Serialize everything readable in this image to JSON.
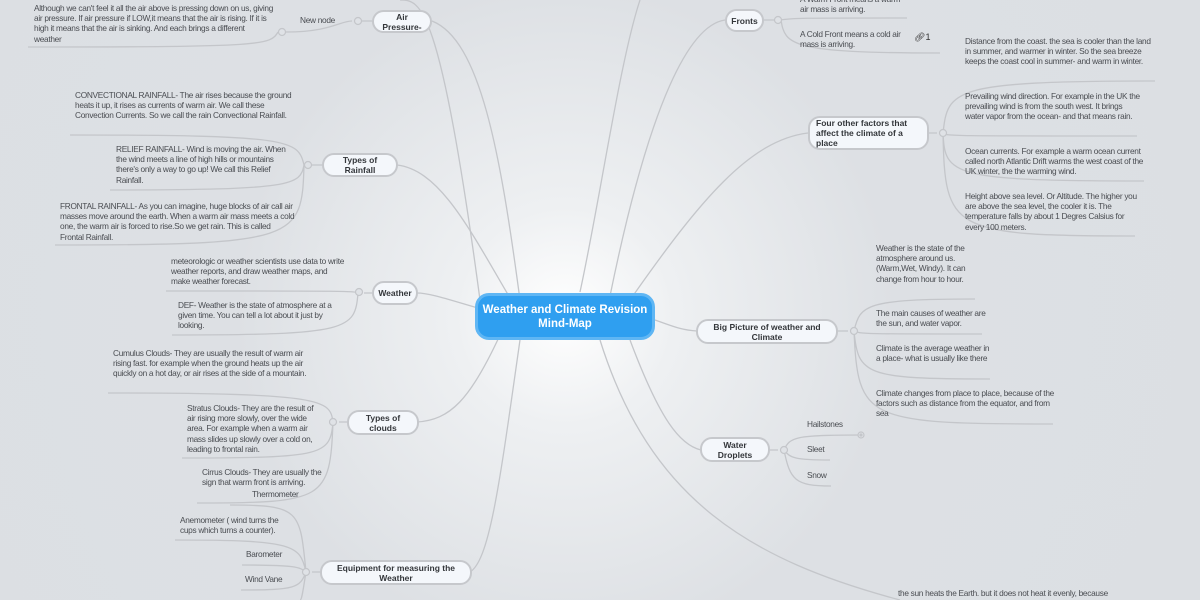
{
  "center": {
    "title": "Weather and Climate Revision Mind-Map",
    "color": "#2f9ff0"
  },
  "left": {
    "air_pressure": {
      "label": "Air Pressure-",
      "child": "New node",
      "leaf": "Although we can't feel it all the air above is pressing down on us, giving air pressure. If air pressure if LOW,it means that the air is rising. If it is high it means that the air is sinking. And each brings a different weather"
    },
    "rainfall": {
      "label": "Types of Rainfall",
      "items": [
        "CONVECTIONAL RAINFALL- The air rises because the ground heats it up, it rises as currents of warm air. We call these Convection Currents. So we call the rain Convectional Rainfall.",
        "RELIEF RAINFALL- Wind is moving the air. When the wind meets a line of high hills or mountains there's only a way to go up! We call this Relief Rainfall.",
        "FRONTAL RAINFALL- As you can imagine, huge blocks of air call air masses move around the earth. When a warm air mass meets a cold one, the warm air is forced to rise.So we get rain. This is called Frontal Rainfall."
      ]
    },
    "weather": {
      "label": "Weather",
      "items": [
        "meteorologic or weather scientists use data to write weather reports, and draw weather maps, and make weather forecast.",
        "DEF- Weather is the state of atmosphere at a given time. You can tell a lot about it just by looking."
      ]
    },
    "clouds": {
      "label": "Types of clouds",
      "items": [
        "Cumulus Clouds- They are usually the result of warm air rising fast. for example when the ground heats up the air quickly on a hot day, or air rises at the side of a mountain.",
        "Stratus Clouds- They are the result of air rising more slowly, over the wide area. For example when a warm air mass slides up slowly over a cold on, leading to frontal rain.",
        "Cirrus Clouds- They are usually the sign that warm front is arriving."
      ]
    },
    "equipment": {
      "label": "Equipment for measuring the Weather",
      "items": [
        "Thermometer",
        "Anemometer ( wind turns the cups which turns a counter).",
        "Barometer",
        "Wind Vane"
      ]
    }
  },
  "right": {
    "fronts": {
      "label": "Fronts",
      "items": [
        "A Warm Front means a warm air mass is arriving.",
        "A Cold Front means a cold air mass is arriving."
      ],
      "link_count": "1"
    },
    "factors": {
      "label": "Four other factors that affect the climate of a place",
      "items": [
        "Distance from the coast. the sea is cooler than the land in summer, and warmer in winter. So the sea breeze keeps the coast cool in summer- and warm in winter.",
        "Prevailing wind direction. For example in the UK the prevailing wind is from the south west. It brings water vapor from the ocean- and that means rain.",
        "Ocean currents. For example a warm ocean current called north Atlantic Drift warms the west coast of the UK winter, the the warming wind.",
        "Height above sea level. Or Altitude. The higher you are above the sea level, the cooler it is. The temperature falls by about 1 Degres Calsius for every 100 meters."
      ]
    },
    "big_picture": {
      "label": "Big Picture of weather and Climate",
      "items": [
        "Weather is the state of the atmosphere around us. (Warm,Wet, Windy). It can change from hour to hour.",
        "The main causes of weather are the sun, and water vapor.",
        "Climate is the average weather in a place- what is usually like there",
        "Climate changes from place to place, because of the factors such as distance from the equator, and from sea"
      ]
    },
    "droplets": {
      "label": "Water Droplets",
      "items": [
        "Hailstones",
        "Sleet",
        "Snow"
      ]
    },
    "bottom_text": "the sun heats the Earth. but it does not heat it evenly, because"
  }
}
